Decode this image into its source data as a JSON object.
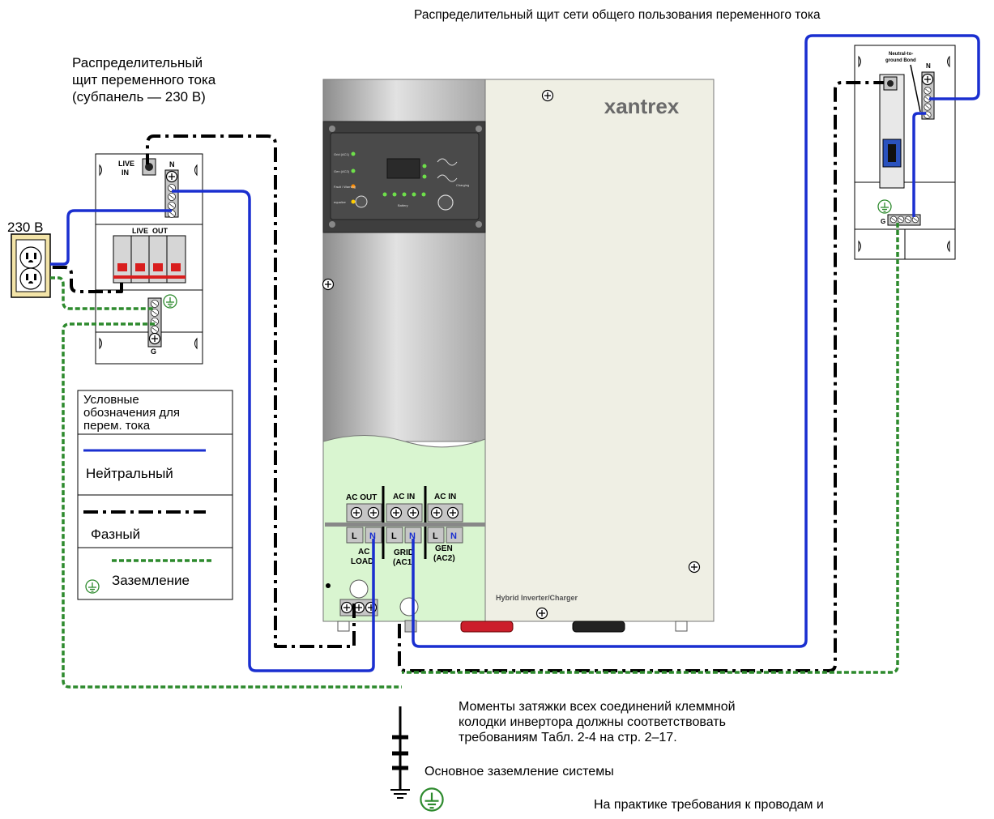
{
  "titles": {
    "utility_panel": "Распределительный щит сети общего пользования переменного тока",
    "subpanel_line1": "Распределительный",
    "subpanel_line2": "щит переменного тока",
    "subpanel_line3": "(субпанель — 230 В)",
    "outlet_voltage": "230 В"
  },
  "subpanel": {
    "live_in_1": "LIVE",
    "live_in_2": "IN",
    "neutral": "N",
    "live_out": "LIVE  OUT",
    "ground": "G"
  },
  "utility": {
    "bond_1": "Neutral-to-",
    "bond_2": "ground Bond",
    "neutral": "N",
    "ground": "G"
  },
  "inverter": {
    "brand": "xantrex",
    "model": "Hybrid Inverter/Charger",
    "panel_labels": [
      "Grid (AC1)",
      "Gen (AC2)",
      "Fault / Warning",
      "equalize"
    ],
    "battery_label": "Battery",
    "charging_label": "Charging",
    "terminals": {
      "acout": "AC OUT",
      "acin1": "AC IN",
      "acin2": "AC IN",
      "l": "L",
      "n": "N",
      "load_1": "AC",
      "load_2": "LOAD",
      "grid_1": "GRID",
      "grid_2": "(AC1)",
      "gen_1": "GEN",
      "gen_2": "(AC2)"
    }
  },
  "legend": {
    "title_1": "Условные",
    "title_2": "обозначения для",
    "title_3": "перем. тока",
    "neutral": "Нейтральный",
    "phase": "Фазный",
    "ground": "Заземление"
  },
  "notes": {
    "torque_1": "Моменты затяжки всех соединений клеммной",
    "torque_2": "колодки инвертора должны соответствовать",
    "torque_3": "требованиям Табл. 2-4 на стр. 2–17.",
    "main_ground": "Основное заземление системы",
    "practice": "На практике требования к проводам и"
  },
  "colors": {
    "neutral_wire": "#1a2fd0",
    "phase_wire": "#000000",
    "ground_wire": "#2d8a2d",
    "inverter_green": "#d9f5d0",
    "inverter_cream": "#efefe4"
  }
}
